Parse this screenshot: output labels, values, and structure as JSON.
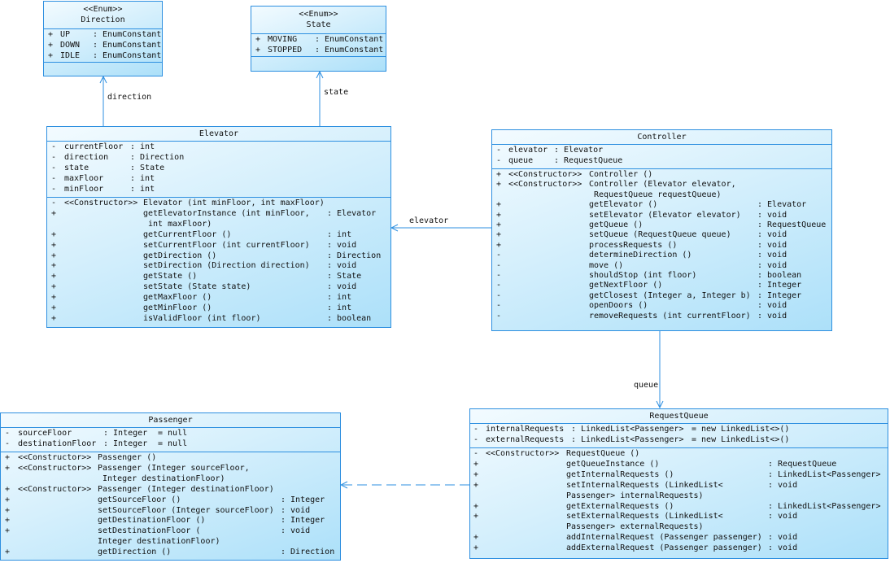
{
  "colors": {
    "border": "#2d8fe0",
    "fill_light": "#f3fbff",
    "fill_dark": "#ace0f9",
    "line": "#2d8fe0"
  },
  "classes": [
    {
      "id": "direction",
      "stereotype": "<<Enum>>",
      "name": "Direction",
      "attributes": [
        {
          "vis": "+",
          "name": "UP",
          "type": ": EnumConstant"
        },
        {
          "vis": "+",
          "name": "DOWN",
          "type": ": EnumConstant"
        },
        {
          "vis": "+",
          "name": "IDLE",
          "type": ": EnumConstant"
        }
      ],
      "operations": []
    },
    {
      "id": "state",
      "stereotype": "<<Enum>>",
      "name": "State",
      "attributes": [
        {
          "vis": "+",
          "name": "MOVING",
          "type": ": EnumConstant"
        },
        {
          "vis": "+",
          "name": "STOPPED",
          "type": ": EnumConstant"
        }
      ],
      "operations": []
    },
    {
      "id": "elevator",
      "name": "Elevator",
      "attributes": [
        {
          "vis": "-",
          "name": "currentFloor",
          "type": ": int"
        },
        {
          "vis": "-",
          "name": "direction",
          "type": ": Direction"
        },
        {
          "vis": "-",
          "name": "state",
          "type": ": State"
        },
        {
          "vis": "-",
          "name": "maxFloor",
          "type": ": int"
        },
        {
          "vis": "-",
          "name": "minFloor",
          "type": ": int"
        }
      ],
      "operations": [
        {
          "vis": "-",
          "stereo": "<<Constructor>>",
          "name": "Elevator (int minFloor, int maxFloor)"
        },
        {
          "vis": "+",
          "name": "getElevatorInstance (int minFloor,",
          "type": ": Elevator",
          "cont": " int maxFloor)"
        },
        {
          "vis": "+",
          "name": "getCurrentFloor ()",
          "type": ": int"
        },
        {
          "vis": "+",
          "name": "setCurrentFloor (int currentFloor)",
          "type": ": void"
        },
        {
          "vis": "+",
          "name": "getDirection ()",
          "type": ": Direction"
        },
        {
          "vis": "+",
          "name": "setDirection (Direction direction)",
          "type": ": void"
        },
        {
          "vis": "+",
          "name": "getState ()",
          "type": ": State"
        },
        {
          "vis": "+",
          "name": "setState (State state)",
          "type": ": void"
        },
        {
          "vis": "+",
          "name": "getMaxFloor ()",
          "type": ": int"
        },
        {
          "vis": "+",
          "name": "getMinFloor ()",
          "type": ": int"
        },
        {
          "vis": "+",
          "name": "isValidFloor (int floor)",
          "type": ": boolean"
        }
      ]
    },
    {
      "id": "controller",
      "name": "Controller",
      "attributes": [
        {
          "vis": "-",
          "name": "elevator",
          "type": ": Elevator"
        },
        {
          "vis": "-",
          "name": "queue",
          "type": ": RequestQueue"
        }
      ],
      "operations": [
        {
          "vis": "+",
          "stereo": "<<Constructor>>",
          "name": "Controller ()"
        },
        {
          "vis": "+",
          "stereo": "<<Constructor>>",
          "name": "Controller (Elevator elevator,",
          "cont": " RequestQueue requestQueue)"
        },
        {
          "vis": "+",
          "name": "getElevator ()",
          "type": ": Elevator"
        },
        {
          "vis": "+",
          "name": "setElevator (Elevator elevator)",
          "type": ": void"
        },
        {
          "vis": "+",
          "name": "getQueue ()",
          "type": ": RequestQueue"
        },
        {
          "vis": "+",
          "name": "setQueue (RequestQueue queue)",
          "type": ": void"
        },
        {
          "vis": "+",
          "name": "processRequests ()",
          "type": ": void"
        },
        {
          "vis": "-",
          "name": "determineDirection ()",
          "type": ": void"
        },
        {
          "vis": "-",
          "name": "move ()",
          "type": ": void"
        },
        {
          "vis": "-",
          "name": "shouldStop (int floor)",
          "type": ": boolean"
        },
        {
          "vis": "-",
          "name": "getNextFloor ()",
          "type": ": Integer"
        },
        {
          "vis": "-",
          "name": "getClosest (Integer a, Integer b)",
          "type": ": Integer"
        },
        {
          "vis": "-",
          "name": "openDoors ()",
          "type": ": void"
        },
        {
          "vis": "-",
          "name": "removeRequests (int currentFloor)",
          "type": ": void"
        }
      ]
    },
    {
      "id": "requestqueue",
      "name": "RequestQueue",
      "attributes": [
        {
          "vis": "-",
          "name": "internalRequests",
          "type": ": LinkedList<Passenger>",
          "default": "= new LinkedList<>()"
        },
        {
          "vis": "-",
          "name": "externalRequests",
          "type": ": LinkedList<Passenger>",
          "default": "= new LinkedList<>()"
        }
      ],
      "operations": [
        {
          "vis": "-",
          "stereo": "<<Constructor>>",
          "name": "RequestQueue ()"
        },
        {
          "vis": "+",
          "name": "getQueueInstance ()",
          "type": ": RequestQueue"
        },
        {
          "vis": "+",
          "name": "getInternalRequests ()",
          "type": ": LinkedList<Passenger>"
        },
        {
          "vis": "+",
          "name": "setInternalRequests (LinkedList<",
          "type": ": void",
          "cont": "Passenger> internalRequests)"
        },
        {
          "vis": "+",
          "name": "getExternalRequests ()",
          "type": ": LinkedList<Passenger>"
        },
        {
          "vis": "+",
          "name": "setExternalRequests (LinkedList<",
          "type": ": void",
          "cont": "Passenger> externalRequests)"
        },
        {
          "vis": "+",
          "name": "addInternalRequest (Passenger passenger)",
          "type": ": void"
        },
        {
          "vis": "+",
          "name": "addExternalRequest (Passenger passenger)",
          "type": ": void"
        }
      ]
    },
    {
      "id": "passenger",
      "name": "Passenger",
      "attributes": [
        {
          "vis": "-",
          "name": "sourceFloor",
          "type": ": Integer",
          "default": "= null"
        },
        {
          "vis": "-",
          "name": "destinationFloor",
          "type": ": Integer",
          "default": "= null"
        }
      ],
      "operations": [
        {
          "vis": "+",
          "stereo": "<<Constructor>>",
          "name": "Passenger ()"
        },
        {
          "vis": "+",
          "stereo": "<<Constructor>>",
          "name": "Passenger (Integer sourceFloor,",
          "cont": " Integer destinationFloor)"
        },
        {
          "vis": "+",
          "stereo": "<<Constructor>>",
          "name": "Passenger (Integer destinationFloor)"
        },
        {
          "vis": "+",
          "name": "getSourceFloor ()",
          "type": ": Integer"
        },
        {
          "vis": "+",
          "name": "setSourceFloor (Integer sourceFloor)",
          "type": ": void"
        },
        {
          "vis": "+",
          "name": "getDestinationFloor ()",
          "type": ": Integer"
        },
        {
          "vis": "+",
          "name": "setDestinationFloor (",
          "type": ": void",
          "cont": "Integer destinationFloor)"
        },
        {
          "vis": "+",
          "name": "getDirection ()",
          "type": ": Direction"
        }
      ]
    }
  ],
  "relations": [
    {
      "from": "elevator",
      "to": "direction",
      "label": "direction",
      "kind": "association"
    },
    {
      "from": "elevator",
      "to": "state",
      "label": "state",
      "kind": "association"
    },
    {
      "from": "controller",
      "to": "elevator",
      "label": "elevator",
      "kind": "association"
    },
    {
      "from": "controller",
      "to": "requestqueue",
      "label": "queue",
      "kind": "association"
    },
    {
      "from": "requestqueue",
      "to": "passenger",
      "label": "",
      "kind": "dependency"
    }
  ]
}
